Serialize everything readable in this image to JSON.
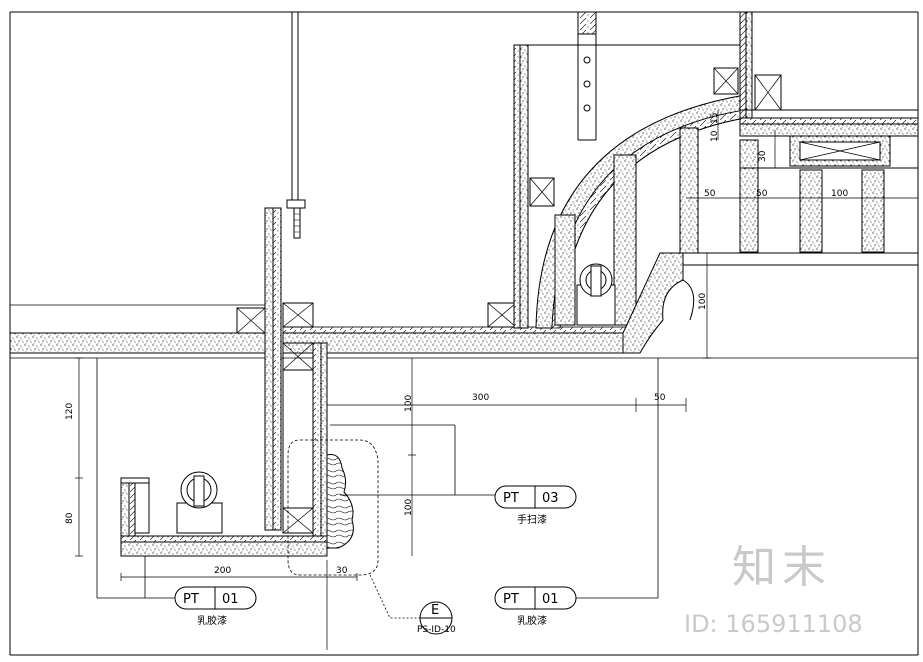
{
  "dimensions": {
    "d120": "120",
    "d80": "80",
    "d200": "200",
    "d30": "30",
    "d100_upper": "100",
    "d100_lower": "100",
    "d300": "300",
    "d50_right": "50",
    "d100_right": "100",
    "d10": "10",
    "d15": "15",
    "d30_top": "30",
    "d50_a": "50",
    "d50_b": "50",
    "d100_top": "100"
  },
  "tags": {
    "pt03": {
      "code": "PT",
      "number": "03",
      "note": "手扫漆"
    },
    "pt01_left": {
      "code": "PT",
      "number": "01",
      "note": "乳胶漆"
    },
    "pt01_right": {
      "code": "PT",
      "number": "01",
      "note": "乳胶漆"
    }
  },
  "detail_callout": {
    "letter": "E",
    "sheet": "PS-ID-10"
  },
  "watermark": {
    "brand": "知末",
    "id": "ID: 165911108"
  }
}
